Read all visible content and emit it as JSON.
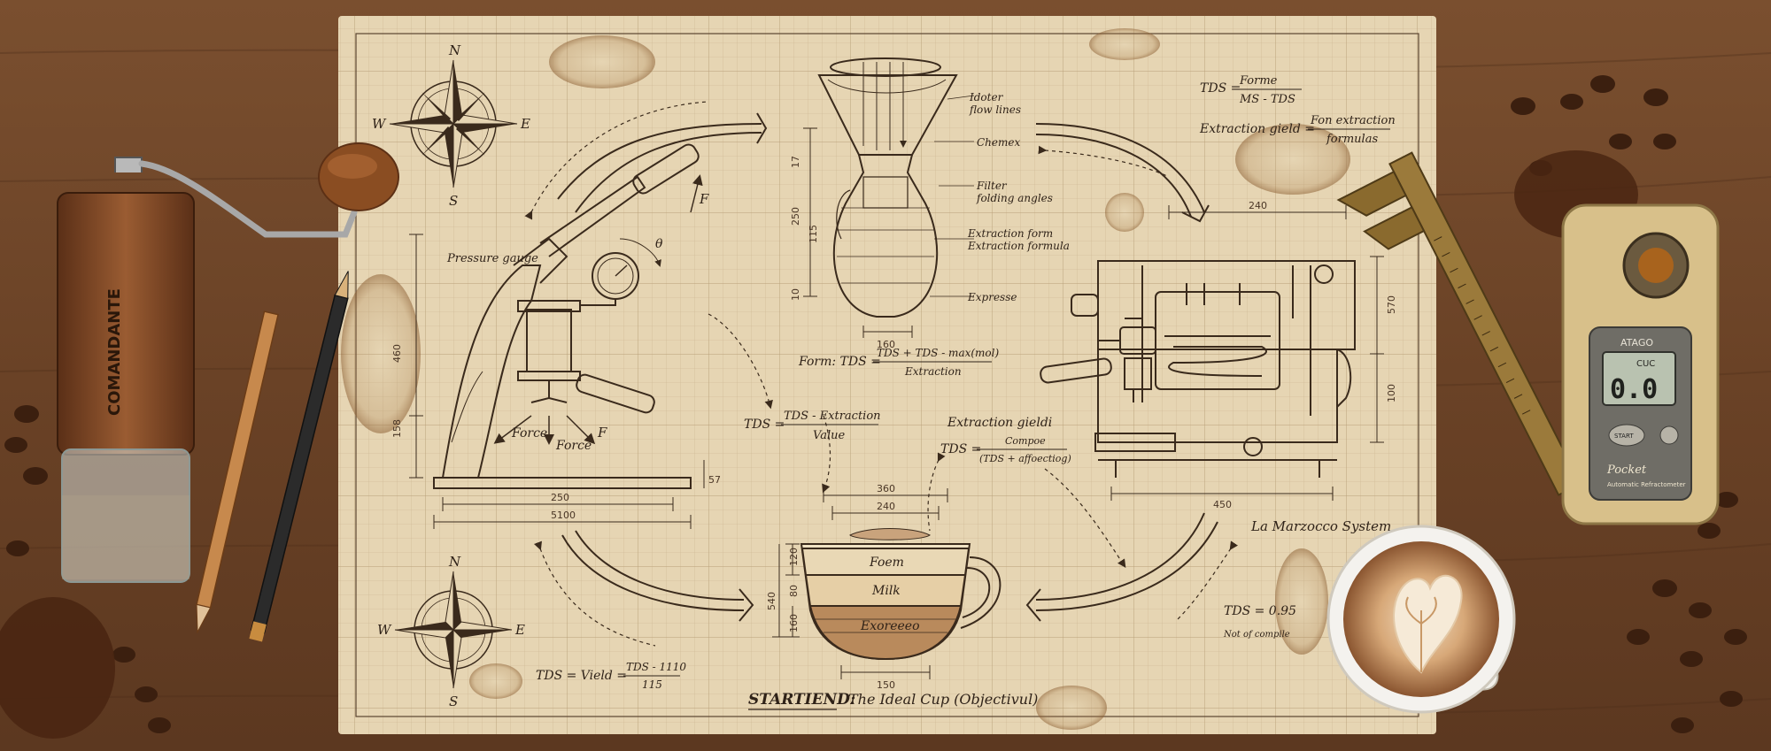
{
  "scene": {
    "grinder_brand": "COMANDANTE",
    "refractometer": {
      "brand": "ATAGO",
      "display_unit": "CUC",
      "display_value": "0.0",
      "button": "START",
      "model": "Pocket",
      "subtitle": "Automatic Refractometer"
    }
  },
  "compass": {
    "n": "N",
    "s": "S",
    "e": "E",
    "w": "W"
  },
  "lever": {
    "pressure_gauge": "Pressure gauge",
    "theta": "θ",
    "f_top": "F",
    "force_left": "Force",
    "force_bottom": "Force",
    "f_right": "F",
    "dim_height": "460",
    "dim_lower": "158",
    "dim_side": "57",
    "dim_width1": "250",
    "dim_width2": "5100"
  },
  "chemex": {
    "label_flow": "Idoter\nflow lines",
    "label_chemex": "Chemex",
    "label_filter": "Filter\nfolding angles",
    "label_extraction": "Extraction form\nExtraction formula",
    "label_expresse": "Expresse",
    "dim_17": "17",
    "dim_250": "250",
    "dim_115": "115",
    "dim_10": "10",
    "dim_160": "160"
  },
  "formulas": {
    "tds_top_left": "TDS =",
    "tds_top_num": "Forme",
    "tds_top_den": "MS - TDS",
    "yield_left": "Extraction gield =",
    "yield_num": "Fon extraction",
    "yield_den": "formulas",
    "form_left": "Form: TDS =",
    "form_num": "TDS + TDS - max(mol)",
    "form_den": "Extraction",
    "mid_left": "TDS =",
    "mid_num": "TDS - Extraction",
    "mid_den": "Value",
    "gieldi_title": "Extraction gieldi",
    "gieldi_left": "TDS =",
    "gieldi_num": "Compoe",
    "gieldi_den": "(TDS + affoectiog)",
    "vield_left": "TDS = Vield =",
    "vield_num": "TDS - 1110",
    "vield_den": "115",
    "tds_095": "TDS = 0.95",
    "note_compile": "Not of compile"
  },
  "espresso_machine": {
    "label": "La Marzocco System",
    "dim_top": "240",
    "dim_right1": "570",
    "dim_right2": "100",
    "dim_bottom": "450"
  },
  "cup": {
    "foam": "Foem",
    "milk": "Milk",
    "espresso": "Exoreeeo",
    "dim_top1": "360",
    "dim_top2": "240",
    "dim_left1": "120",
    "dim_left2": "540",
    "dim_left3": "80",
    "dim_left4": "160",
    "dim_bottom": "150"
  },
  "caption": {
    "bold": "STARTIEND:",
    "rest": "The Ideal Cup (Objectivul)"
  }
}
